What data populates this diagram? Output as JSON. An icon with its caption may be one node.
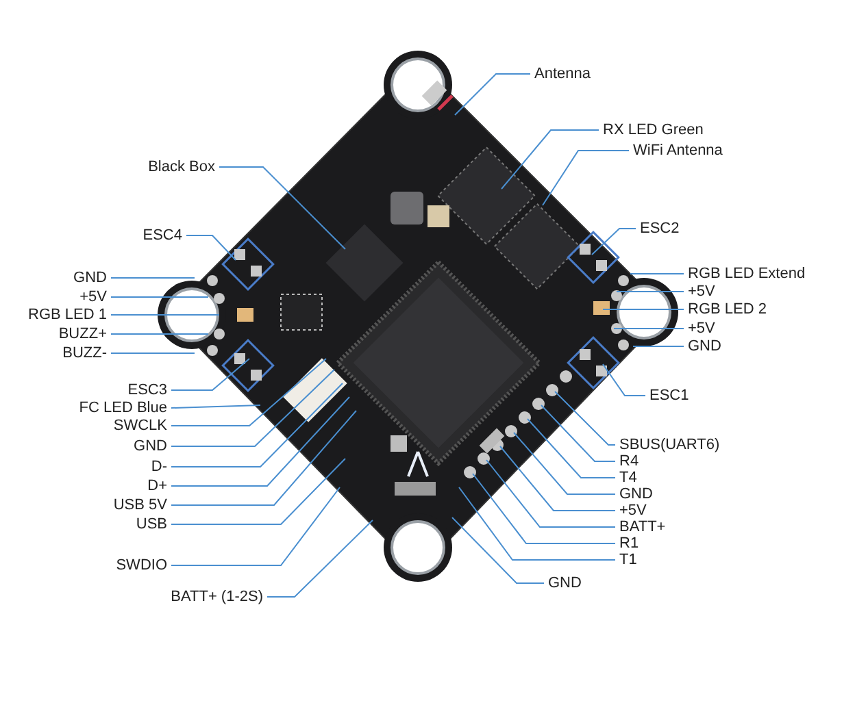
{
  "diagram": {
    "nodes": [
      {
        "text": [
          "Black Box"
        ]
      },
      {
        "text": [
          "ESC4"
        ]
      },
      {
        "text": [
          "GND"
        ]
      },
      {
        "text": [
          "+5V"
        ]
      },
      {
        "text": [
          "RGB LED 1"
        ]
      },
      {
        "text": [
          "BUZZ+"
        ]
      },
      {
        "text": [
          "BUZZ-"
        ]
      },
      {
        "text": [
          "ESC3"
        ]
      },
      {
        "text": [
          "FC LED Blue"
        ]
      },
      {
        "text": [
          "SWCLK"
        ]
      },
      {
        "text": [
          "GND"
        ]
      },
      {
        "text": [
          "D-"
        ]
      },
      {
        "text": [
          "D+"
        ]
      },
      {
        "text": [
          "USB 5V"
        ]
      },
      {
        "text": [
          "USB"
        ]
      },
      {
        "text": [
          "SWDIO"
        ]
      },
      {
        "text": [
          "BATT+ (1-2S)"
        ]
      },
      {
        "text": [
          "Antenna"
        ]
      },
      {
        "text": [
          "RX LED Green"
        ]
      },
      {
        "text": [
          "WiFi Antenna"
        ]
      },
      {
        "text": [
          "ESC2"
        ]
      },
      {
        "text": [
          "RGB LED Extend"
        ]
      },
      {
        "text": [
          "+5V"
        ]
      },
      {
        "text": [
          "RGB LED 2"
        ]
      },
      {
        "text": [
          "+5V"
        ]
      },
      {
        "text": [
          "GND"
        ]
      },
      {
        "text": [
          "ESC1"
        ]
      },
      {
        "text": [
          "SBUS(UART6)"
        ]
      },
      {
        "text": [
          "R4"
        ]
      },
      {
        "text": [
          "T4"
        ]
      },
      {
        "text": [
          "GND"
        ]
      },
      {
        "text": [
          "+5V"
        ]
      },
      {
        "text": [
          "BATT+"
        ]
      },
      {
        "text": [
          "R1"
        ]
      },
      {
        "text": [
          "T1"
        ]
      },
      {
        "text": [
          "GND"
        ]
      }
    ],
    "edges": [
      {
        "from": 0,
        "to": null,
        "arrow": "none"
      },
      {
        "from": 1,
        "to": null,
        "arrow": "none"
      },
      {
        "from": 2,
        "to": null,
        "arrow": "none"
      },
      {
        "from": 3,
        "to": null,
        "arrow": "none"
      },
      {
        "from": 4,
        "to": null,
        "arrow": "none"
      },
      {
        "from": 5,
        "to": null,
        "arrow": "none"
      },
      {
        "from": 6,
        "to": null,
        "arrow": "none"
      },
      {
        "from": 7,
        "to": null,
        "arrow": "none"
      },
      {
        "from": 8,
        "to": null,
        "arrow": "none"
      },
      {
        "from": 9,
        "to": null,
        "arrow": "none"
      },
      {
        "from": 10,
        "to": null,
        "arrow": "none"
      },
      {
        "from": 11,
        "to": null,
        "arrow": "none"
      },
      {
        "from": 12,
        "to": null,
        "arrow": "none"
      },
      {
        "from": 13,
        "to": null,
        "arrow": "none"
      },
      {
        "from": 14,
        "to": null,
        "arrow": "none"
      },
      {
        "from": 15,
        "to": null,
        "arrow": "none"
      },
      {
        "from": 16,
        "to": null,
        "arrow": "none"
      },
      {
        "from": 17,
        "to": null,
        "arrow": "none"
      },
      {
        "from": 18,
        "to": null,
        "arrow": "none"
      },
      {
        "from": 19,
        "to": null,
        "arrow": "none"
      },
      {
        "from": 20,
        "to": null,
        "arrow": "none"
      },
      {
        "from": 21,
        "to": null,
        "arrow": "none"
      },
      {
        "from": 22,
        "to": null,
        "arrow": "none"
      },
      {
        "from": 23,
        "to": null,
        "arrow": "none"
      },
      {
        "from": 24,
        "to": null,
        "arrow": "none"
      },
      {
        "from": 25,
        "to": null,
        "arrow": "none"
      },
      {
        "from": 26,
        "to": null,
        "arrow": "none"
      },
      {
        "from": 27,
        "to": null,
        "arrow": "none"
      },
      {
        "from": 28,
        "to": null,
        "arrow": "none"
      },
      {
        "from": 29,
        "to": null,
        "arrow": "none"
      },
      {
        "from": 30,
        "to": null,
        "arrow": "none"
      },
      {
        "from": 31,
        "to": null,
        "arrow": "none"
      },
      {
        "from": 32,
        "to": null,
        "arrow": "none"
      },
      {
        "from": 33,
        "to": null,
        "arrow": "none"
      },
      {
        "from": 34,
        "to": null,
        "arrow": "none"
      },
      {
        "from": 35,
        "to": null,
        "arrow": "none"
      }
    ]
  }
}
